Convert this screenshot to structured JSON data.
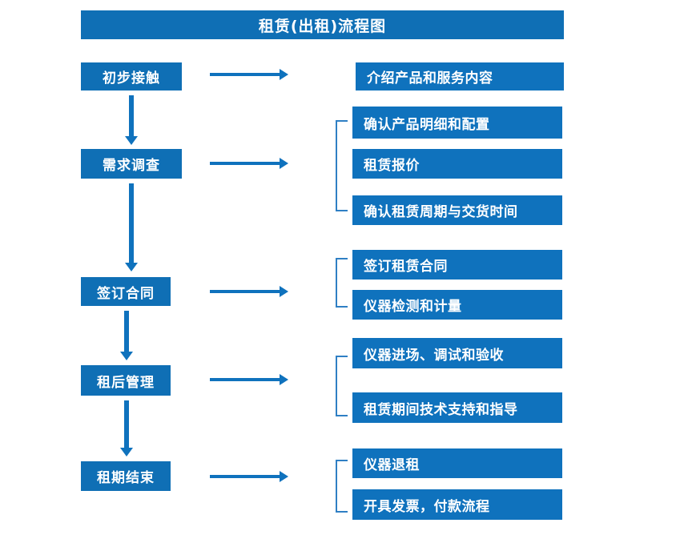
{
  "diagram": {
    "title": "租赁(出租)流程图",
    "colors": {
      "primary_blue": "#0f6fb5",
      "box_blue": "#0f72bd",
      "bracket_blue": "#2f7fc4",
      "text_white": "#ffffff",
      "background": "#ffffff"
    },
    "stages": [
      {
        "id": "stage-1",
        "label": "初步接触"
      },
      {
        "id": "stage-2",
        "label": "需求调查"
      },
      {
        "id": "stage-3",
        "label": "签订合同"
      },
      {
        "id": "stage-4",
        "label": "租后管理"
      },
      {
        "id": "stage-5",
        "label": "租期结束"
      }
    ],
    "details": [
      {
        "id": "detail-1",
        "label": "介绍产品和服务内容",
        "stage": "初步接触"
      },
      {
        "id": "detail-2",
        "label": "确认产品明细和配置",
        "stage": "需求调查"
      },
      {
        "id": "detail-3",
        "label": "租赁报价",
        "stage": "需求调查"
      },
      {
        "id": "detail-4",
        "label": "确认租赁周期与交货时间",
        "stage": "需求调查"
      },
      {
        "id": "detail-5",
        "label": "签订租赁合同",
        "stage": "签订合同"
      },
      {
        "id": "detail-6",
        "label": "仪器检测和计量",
        "stage": "签订合同"
      },
      {
        "id": "detail-7",
        "label": "仪器进场、调试和验收",
        "stage": "租后管理"
      },
      {
        "id": "detail-8",
        "label": "租赁期间技术支持和指导",
        "stage": "租后管理"
      },
      {
        "id": "detail-9",
        "label": "仪器退租",
        "stage": "租期结束"
      },
      {
        "id": "detail-10",
        "label": "开具发票，付款流程",
        "stage": "租期结束"
      }
    ],
    "flow_sequence": [
      "初步接触",
      "需求调查",
      "签订合同",
      "租后管理",
      "租期结束"
    ]
  }
}
